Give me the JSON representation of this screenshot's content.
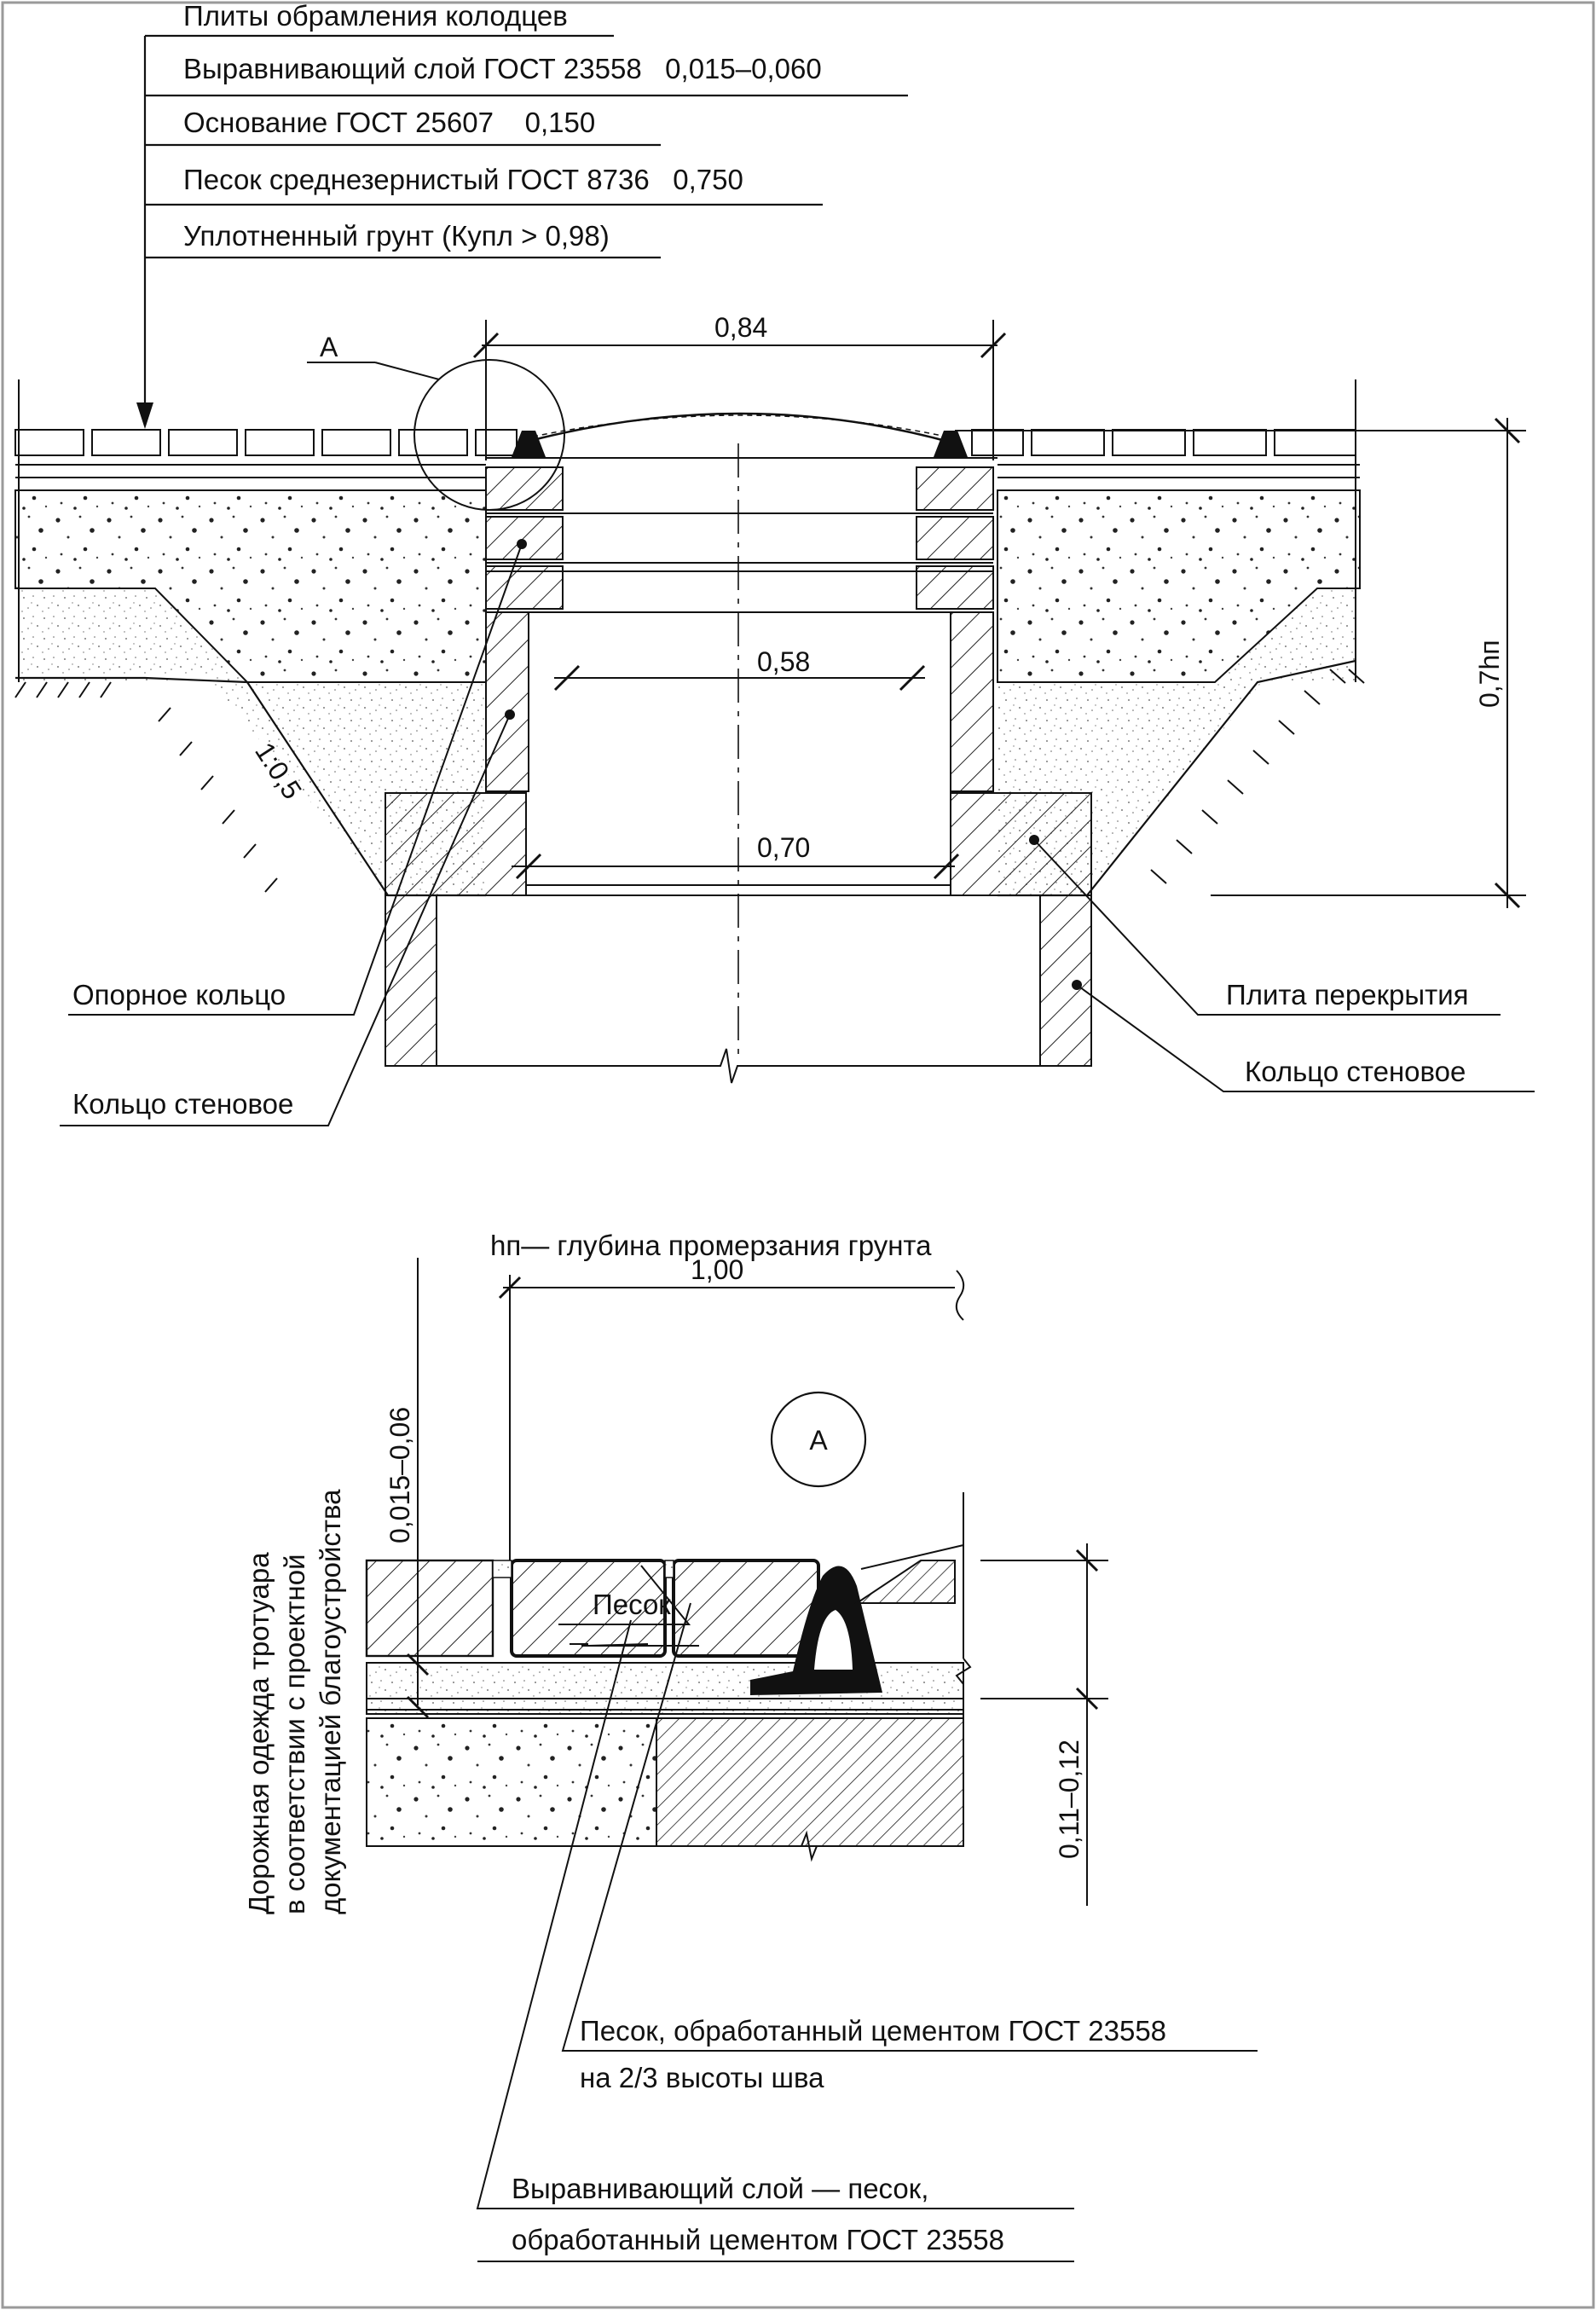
{
  "layers_callout": {
    "title": "Плиты обрамления колодцев",
    "rows": [
      "Выравнивающий слой ГОСТ 23558   0,015–0,060",
      "Основание ГОСТ 25607    0,150",
      "Песок среднезернистый ГОСТ 8736   0,750",
      "Уплотненный грунт (Купл > 0,98)"
    ]
  },
  "section": {
    "detail_ref": "А",
    "dim_top": "0,84",
    "dim_inner_neck": "0,58",
    "dim_cover_slab": "0,70",
    "dim_depth": "0,7hп",
    "slope": "1:0,5",
    "label_support_ring": "Опорное кольцо",
    "label_wall_ring_left": "Кольцо стеновое",
    "label_cover_slab": "Плита перекрытия",
    "label_wall_ring_right": "Кольцо стеновое"
  },
  "legend": {
    "text": "hп— глубина промерзания грунта"
  },
  "detail": {
    "marker": "А",
    "dim_width": "1,00",
    "dim_leveling": "0,015–0,06",
    "dim_height": "0,11–0,12",
    "label_sand": "Песок",
    "vertical_note": [
      "Дорожная одежда тротуара",
      "в соответствии с проектной",
      "документацией благоустройства"
    ],
    "note_cement_sand": [
      "Песок, обработанный цементом ГОСТ 23558",
      "на 2/3 высоты шва"
    ],
    "note_leveling": [
      "Выравнивающий слой — песок,",
      "обработанный цементом ГОСТ 23558"
    ]
  }
}
